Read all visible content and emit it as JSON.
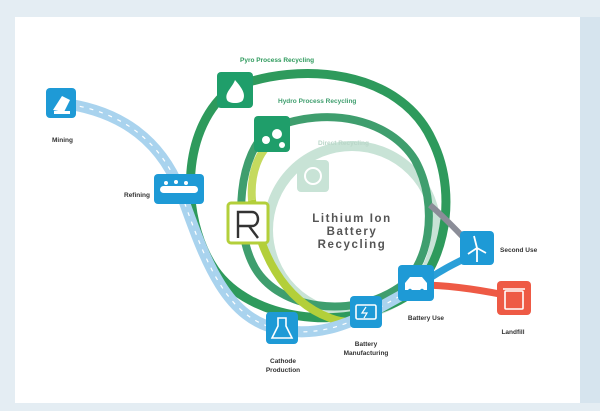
{
  "title": {
    "line1": "Lithium Ion",
    "line2": "Battery",
    "line3": "Recycling"
  },
  "routes": {
    "pyro": "Pyro Process Recycling",
    "hydro": "Hydro Process Recycling",
    "direct": "Direct Recycling"
  },
  "stages": {
    "mining": "Mining",
    "refining": "Refining",
    "cathode": [
      "Cathode",
      "Production"
    ],
    "battery_mfg": [
      "Battery",
      "Manufacturing"
    ],
    "battery_use": "Battery Use",
    "second_use": "Second Use",
    "landfill": "Landfill"
  },
  "colors": {
    "pyro_green": "#2e9a5c",
    "hydro_green": "#3f9e6e",
    "direct_pale": "#c8e3d6",
    "lime": "#b3cf3a",
    "blue_path": "#a9d3ee",
    "icon_blue": "#1e9ad6",
    "icon_green": "#1f9e6a",
    "landfill_red": "#ee5a45",
    "title_gray": "#555555"
  },
  "icons": {
    "mining": "mining-cart-icon",
    "refining": "refining-conveyor-icon",
    "cathode": "flask-icon",
    "battery_mfg": "battery-icon",
    "battery_use": "car-icon",
    "second_use": "wind-turbine-icon",
    "landfill": "trash-can-icon",
    "pyro": "flame-icon",
    "hydro": "droplets-icon",
    "direct": "recycle-arrows-icon",
    "center": "r-logo-icon"
  }
}
